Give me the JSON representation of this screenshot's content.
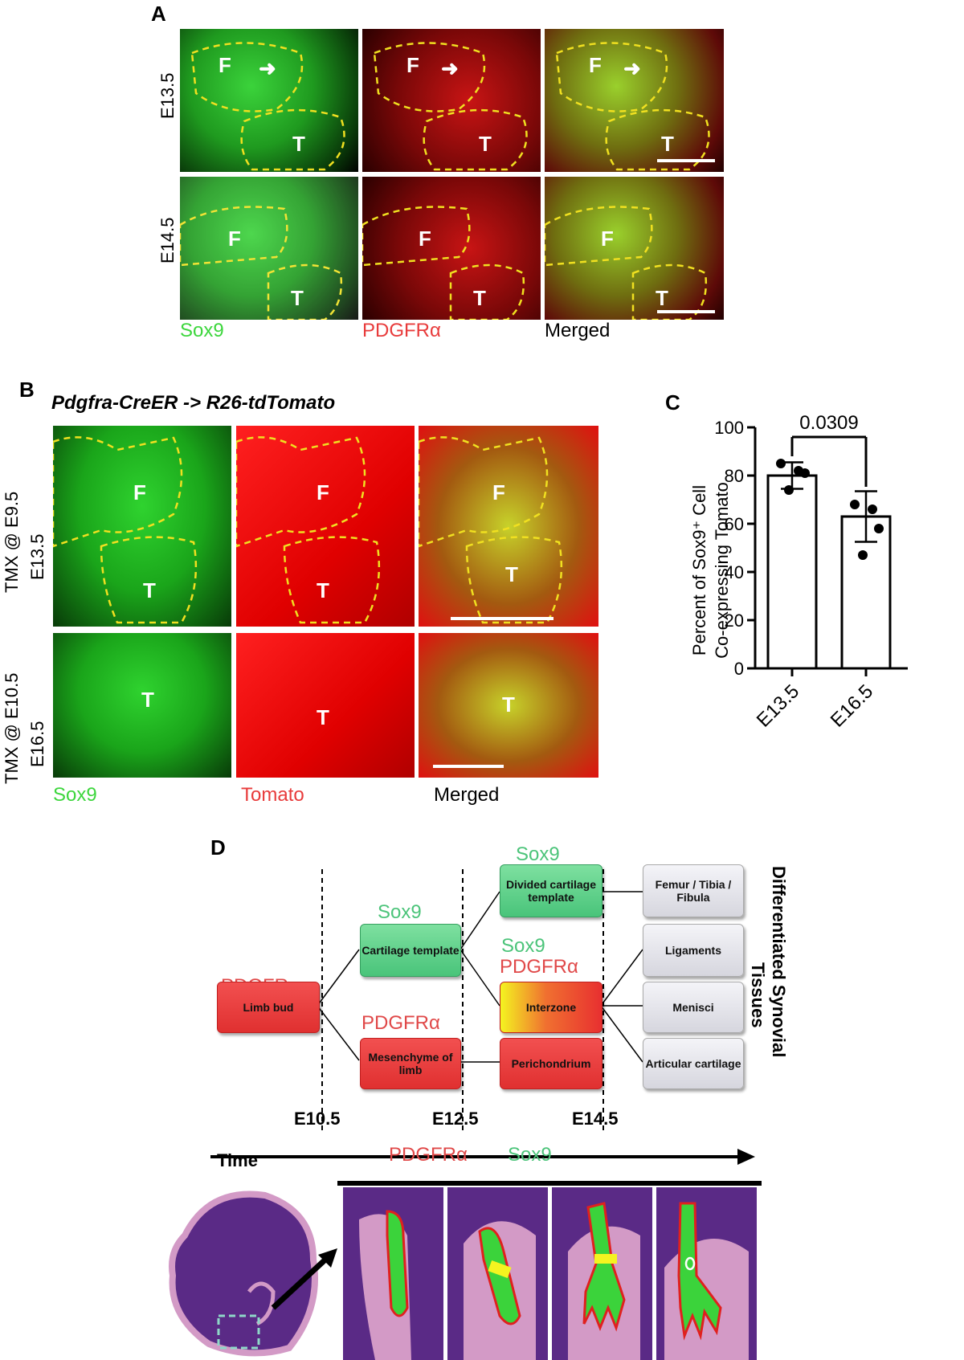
{
  "panel_a": {
    "letter": "A",
    "rows": [
      "E13.5",
      "E14.5"
    ],
    "columns": [
      "Sox9",
      "PDGFRα",
      "Merged"
    ],
    "region_labels": [
      "F",
      "T"
    ]
  },
  "panel_b": {
    "letter": "B",
    "title": "Pdgfra-CreER -> R26-tdTomato",
    "rows": [
      {
        "line1": "TMX @ E9.5",
        "line2": "E13.5"
      },
      {
        "line1": "TMX @ E10.5",
        "line2": "E16.5"
      }
    ],
    "columns": [
      "Sox9",
      "Tomato",
      "Merged"
    ],
    "region_labels": [
      "F",
      "T"
    ]
  },
  "panel_c": {
    "letter": "C",
    "ylabel_line1": "Percent of Sox9⁺ Cell",
    "ylabel_line2": "Co-expressing Tomato",
    "pvalue": "0.0309"
  },
  "chart_data": {
    "type": "bar",
    "categories": [
      "E13.5",
      "E16.5"
    ],
    "values": [
      80,
      63
    ],
    "errors": [
      5.5,
      10.5
    ],
    "points": [
      [
        85,
        82,
        81,
        74
      ],
      [
        68,
        66,
        58,
        47
      ]
    ],
    "ylim": [
      0,
      100
    ],
    "yticks": [
      0,
      20,
      40,
      60,
      80,
      100
    ],
    "xlabel": "",
    "ylabel": "Percent of Sox9⁺ Cell Co-expressing Tomato"
  },
  "panel_d": {
    "letter": "D",
    "tags": {
      "pdgfra": "PDGFRα",
      "sox9": "Sox9"
    },
    "boxes": {
      "limb_bud": "Limb bud",
      "cartilage_template": "Cartilage template",
      "mesenchyme": "Mesenchyme of limb",
      "divided_template": "Divided cartilage template",
      "interzone": "Interzone",
      "perichondrium": "Perichondrium",
      "femur": "Femur / Tibia / Fibula",
      "ligaments": "Ligaments",
      "menisci": "Menisci",
      "articular": "Articular cartilage"
    },
    "side_label_line1": "Differentiated Synovial",
    "side_label_line2": "Tissues",
    "timepoints": [
      "E10.5",
      "E12.5",
      "E14.5"
    ],
    "time_label": "Time",
    "legend_pdgfra": "PDGFRα",
    "legend_sox9": "Sox9"
  },
  "colors": {
    "green": "#3dd63d",
    "red": "#e83b3b",
    "sox9_tag": "#4cc47a",
    "pdgfra_tag": "#e04848"
  }
}
